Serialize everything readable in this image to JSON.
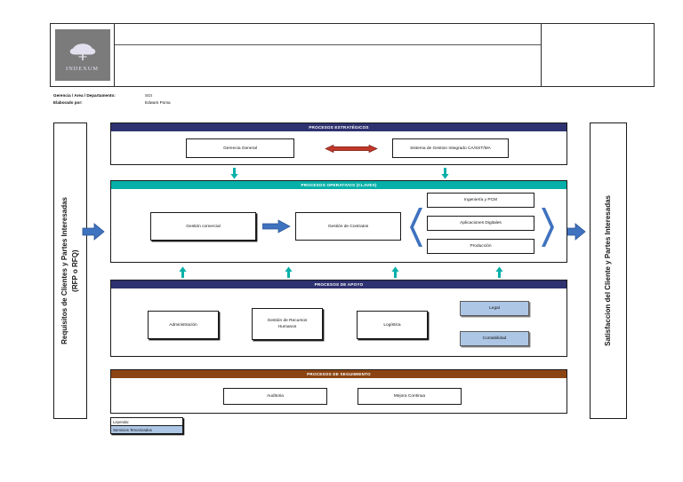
{
  "document": {
    "logo_word": "INDEXUM",
    "logo_icon": "tree-icon"
  },
  "meta": {
    "rows": [
      {
        "label": "Gerencia / Area / Departamento:",
        "value": "SGI"
      },
      {
        "label": "Elaborado por:",
        "value": "Edwars Poma"
      }
    ]
  },
  "side": {
    "left_label": "Requisitos de Clientes y Partes Interesadas\n(RFP o RFQ)",
    "right_label": "Satisfaccion del Cliente y Partes Interesadas"
  },
  "colors": {
    "strategic_header": "#2e3270",
    "operative_header": "#06b0a8",
    "support_header": "#2e3270",
    "monitoring_header": "#8b4513",
    "outsourced_fill": "#adc6e5",
    "blue_arrow": "#3f72bf",
    "teal_arrow": "#06b0a8",
    "red_arrow": "#c0392b",
    "logo_bg": "#7b7b7b"
  },
  "bands": {
    "estrategicos": {
      "title": "PROCESOS ESTRATÉGICOS",
      "boxes": [
        {
          "label": "Gerencia General"
        },
        {
          "label": "Sistema de Gestion Integrado  CA/SST/MA"
        }
      ],
      "connector": "red-double-arrow-icon"
    },
    "operativos": {
      "title": "PROCESOS OPERATIVOS (CLAVES)",
      "boxes": [
        {
          "label": "Gestión comercial"
        },
        {
          "label": "Gestión de Contratos"
        }
      ],
      "stack": [
        {
          "label": "Ingeniería y PCM"
        },
        {
          "label": "Aplicaciones Digitales"
        },
        {
          "label": "Producción"
        }
      ],
      "connector": "blue-right-arrow-icon"
    },
    "apoyo": {
      "title": "PROCESOS DE APOYO",
      "boxes": [
        {
          "label": "Administración",
          "outsourced": false
        },
        {
          "label": "Gestión de Recursos\nHumanos",
          "outsourced": false
        },
        {
          "label": "Logística",
          "outsourced": false
        },
        {
          "label": "Legal",
          "outsourced": true
        },
        {
          "label": "Contabilidad",
          "outsourced": true
        }
      ]
    },
    "seguimiento": {
      "title": "PROCESOS DE SEGUIMIENTO",
      "boxes": [
        {
          "label": "Auditoria"
        },
        {
          "label": "Mejora Continua"
        }
      ]
    }
  },
  "legend": {
    "title": "Leyenda:",
    "item": "Servicios Tercerizados"
  }
}
